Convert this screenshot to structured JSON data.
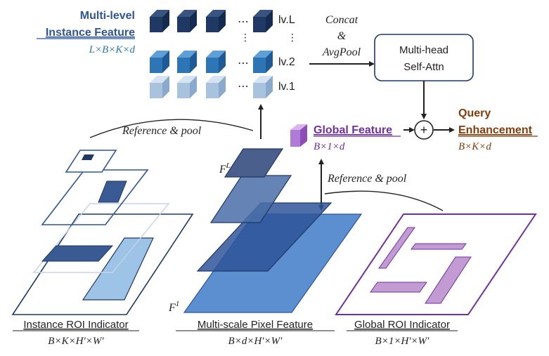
{
  "instance_feature": {
    "title_line1": "Multi-level",
    "title_line2": "Instance Feature",
    "shape": "L×B×K×d",
    "level_labels": [
      "lv.L",
      "lv.2",
      "lv.1"
    ],
    "ellipsis_h": "⋯",
    "ellipsis_v": "⋮"
  },
  "concat": {
    "line1": "Concat",
    "line2": "&",
    "line3": "AvgPool"
  },
  "attention": {
    "line1": "Multi-head",
    "line2": "Self-Attn"
  },
  "global_feature": {
    "title": "Global Feature",
    "shape": "B×1×d"
  },
  "query": {
    "line1": "Query",
    "line2": "Enhancement",
    "shape": "B×K×d"
  },
  "plus_symbol": "+",
  "reference_pool": "Reference & pool",
  "pixel_feature": {
    "top_label_base": "F",
    "top_label_sup": "L",
    "bottom_label_base": "F",
    "bottom_label_sup": "1",
    "caption": "Multi-scale Pixel Feature",
    "shape": "B×d×H′×W′"
  },
  "instance_roi": {
    "caption": "Instance ROI Indicator",
    "shape": "B×K×H′×W′"
  },
  "global_roi": {
    "caption": "Global ROI Indicator",
    "shape": "B×1×H′×W′"
  },
  "colors": {
    "dark_navy": "#1f3864",
    "mid_blue": "#2e75b6",
    "light_blue": "#9dc3e6",
    "global_purple": "#7030a0",
    "query_brown": "#843c0c",
    "text_blue": "#2f5597"
  }
}
